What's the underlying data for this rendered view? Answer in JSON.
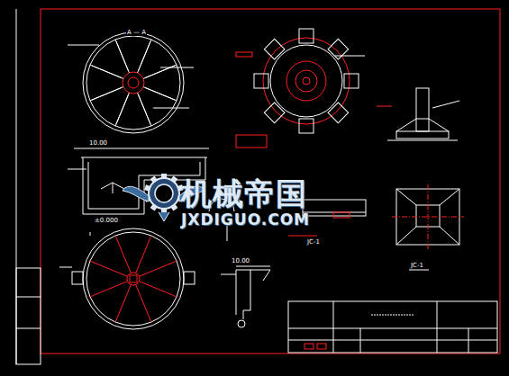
{
  "diagram": {
    "labels": [
      "A — A",
      "10.00",
      "±0.000",
      "JC-1",
      "JC-1",
      "10.00",
      "机械帝国",
      "JXDIGUO.COM"
    ]
  }
}
